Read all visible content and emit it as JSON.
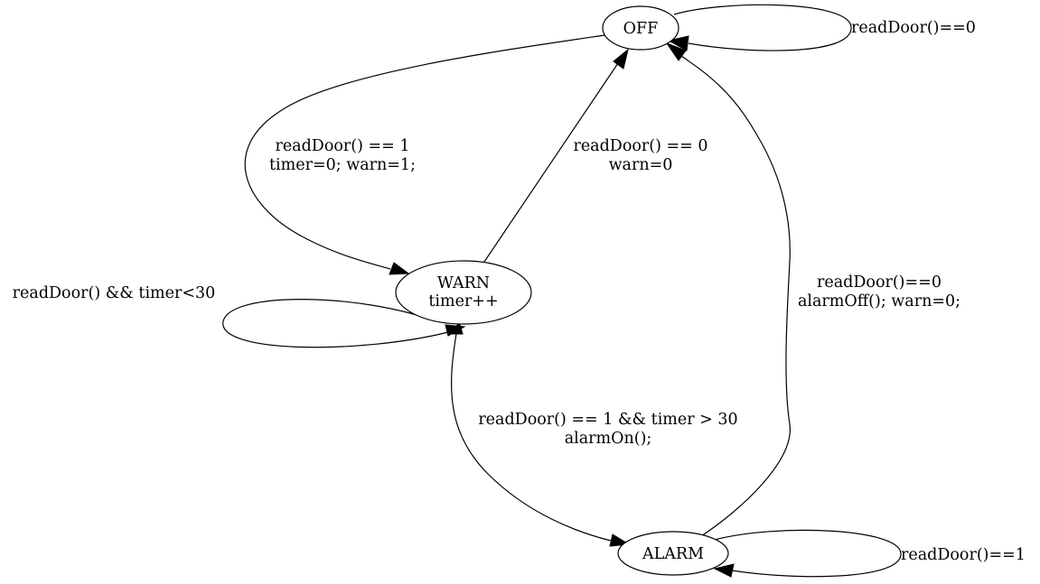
{
  "diagram": {
    "nodes": {
      "off": {
        "line1": "OFF"
      },
      "warn": {
        "line1": "WARN",
        "line2": "timer++"
      },
      "alarm": {
        "line1": "ALARM"
      }
    },
    "edges": {
      "off_self": {
        "line1": "readDoor()==0"
      },
      "off_to_warn": {
        "line1": "readDoor() == 1",
        "line2": "timer=0;  warn=1;"
      },
      "warn_to_off": {
        "line1": "readDoor() == 0",
        "line2": "warn=0"
      },
      "warn_self": {
        "line1": "readDoor() && timer<30"
      },
      "warn_to_alarm": {
        "line1": "readDoor() == 1 && timer > 30",
        "line2": "alarmOn();"
      },
      "alarm_to_off": {
        "line1": "readDoor()==0",
        "line2": "alarmOff();  warn=0;"
      },
      "alarm_self": {
        "line1": "readDoor()==1"
      }
    }
  }
}
